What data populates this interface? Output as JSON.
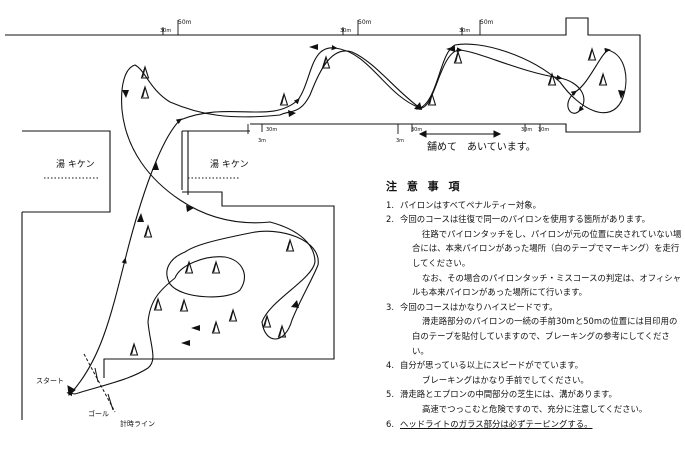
{
  "labels": {
    "m50_a": "50m",
    "m50_b": "50m",
    "m50_c": "50m",
    "m30_a": "30m",
    "m30_b": "30m",
    "m30_c": "30m",
    "m30_d": "3m",
    "m30_e": "30m",
    "m30_f": "3m",
    "m30_g": "30m",
    "m30_h": "30m",
    "m30_i": "30m",
    "pit_left": "湯 キケン",
    "pit_right": "湯 キケン",
    "paved": "舗めて　あいています。",
    "start": "スタート",
    "goal": "ゴール",
    "measure_line": "計時ライン"
  },
  "notes": {
    "title": "注 意 事 項",
    "items": [
      {
        "num": "1.",
        "text": "パイロンはすべてペナルティー対象。"
      },
      {
        "num": "2.",
        "text": "今回のコースは往復で同一のパイロンを使用する箇所があります。",
        "subs": [
          "往路でパイロンタッチをし、パイロンが元の位置に戻されていない場合には、本来パイロンがあった場所（白のテープでマーキング）を走行してください。",
          "なお、その場合のパイロンタッチ・ミスコースの判定は、オフィシャルも本来パイロンがあった場所にて行います。"
        ]
      },
      {
        "num": "3.",
        "text": "今回のコースはかなりハイスピードです。",
        "subs": [
          "滑走路部分のパイロンの一続の手前30mと50mの位置には目印用の白のテープを貼付していますので、ブレーキングの参考にしてください。"
        ]
      },
      {
        "num": "4.",
        "text": "自分が思っている以上にスピードがでています。",
        "subs": [
          "ブレーキングはかなり手前でしてください。"
        ]
      },
      {
        "num": "5.",
        "text": "滑走路とエプロンの中間部分の芝生には、溝があります。",
        "subs": [
          "高速でつっこむと危険ですので、充分に注意してください。"
        ]
      },
      {
        "num": "6.",
        "text": "ヘッドライトのガラス部分は必ずテーピングする。",
        "underline": true
      }
    ]
  }
}
